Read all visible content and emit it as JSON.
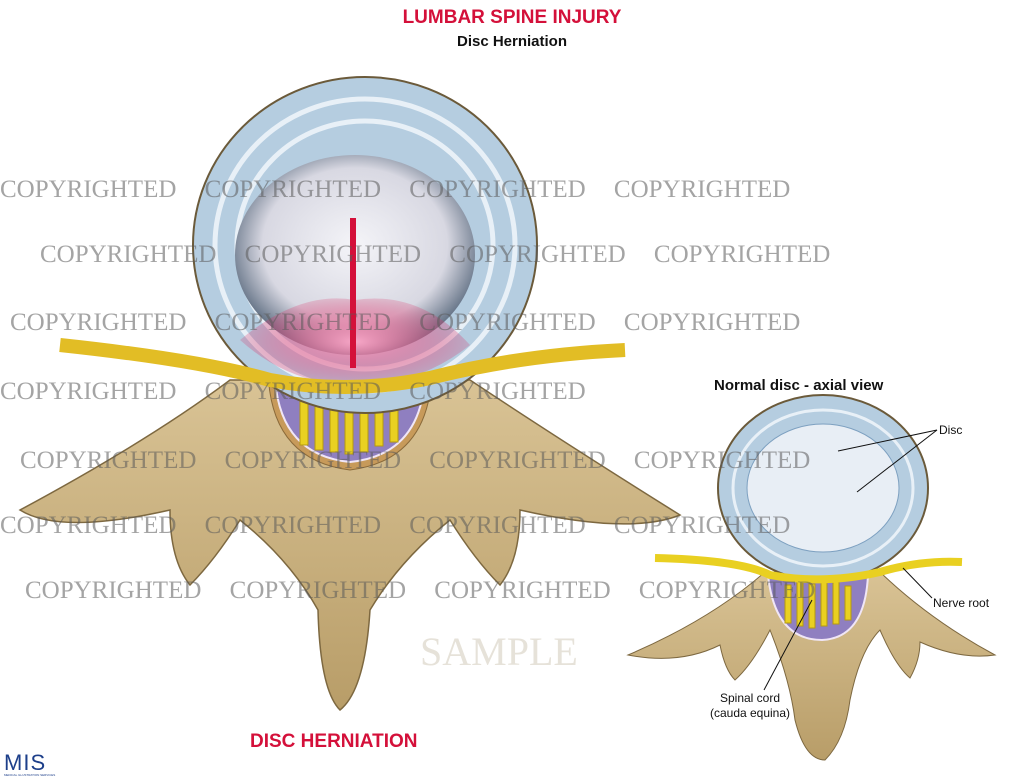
{
  "header": {
    "title": "LUMBAR SPINE INJURY",
    "subtitle": "Disc Herniation"
  },
  "main_figure": {
    "caption": "DISC HERNIATION"
  },
  "inset": {
    "title": "Normal disc - axial view",
    "labels": {
      "disc": "Disc",
      "nerve_root": "Nerve root",
      "spinal_cord_line1": "Spinal cord",
      "spinal_cord_line2": "(cauda equina)"
    }
  },
  "watermark": {
    "copyright": "COPYRIGHTED",
    "sample": "SAMPLE"
  },
  "logo": {
    "name": "MIS",
    "tagline": "MEDICAL ILLUSTRATION SERVICES"
  },
  "colors": {
    "accent": "#d4103a",
    "bone": "#c9b27f",
    "disc": "#a9c6dc",
    "nerve": "#f1d23a"
  }
}
